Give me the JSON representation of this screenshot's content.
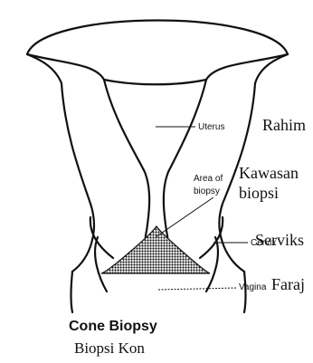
{
  "labels": {
    "uterus_en": "Uterus",
    "uterus_ms": "Rahim",
    "biopsy_en_line1": "Area of",
    "biopsy_en_line2": "biopsy",
    "biopsy_ms_line1": "Kawasan",
    "biopsy_ms_line2": "biopsi",
    "cervix_en": "Cervix",
    "cervix_ms": "Serviks",
    "vagina_en": "Vagina",
    "vagina_ms": "Faraj"
  },
  "caption": {
    "en": "Cone Biopsy",
    "ms": "Biopsi Kon"
  }
}
